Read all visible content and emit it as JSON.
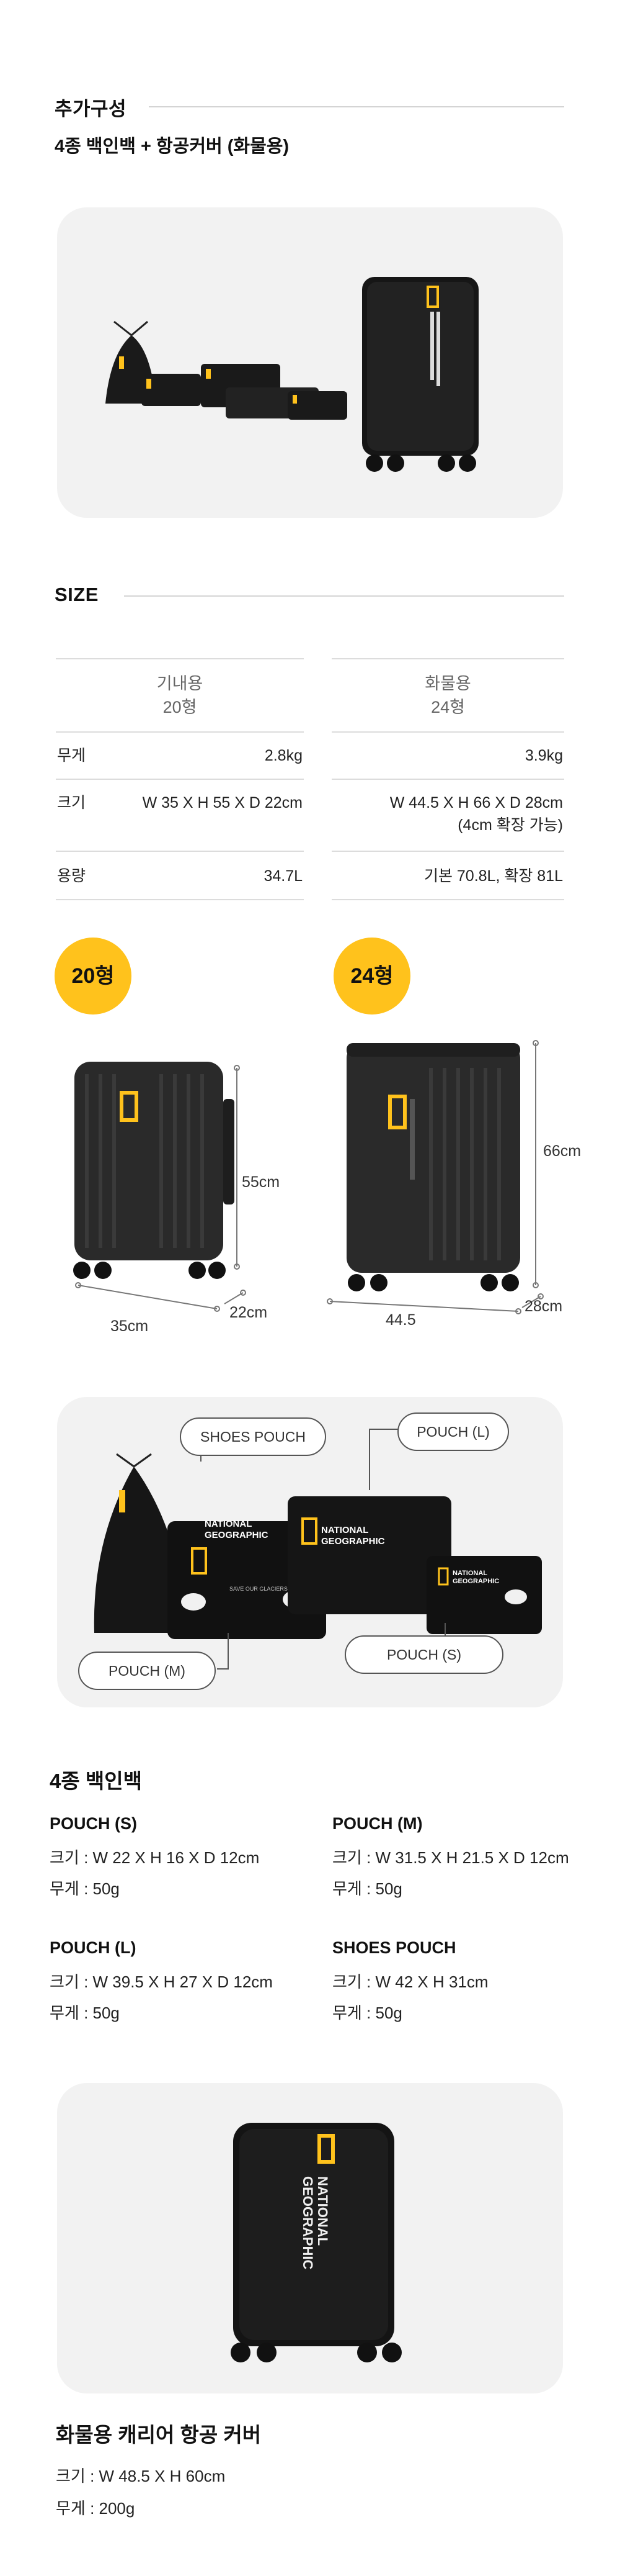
{
  "extra": {
    "title": "추가구성",
    "subtitle": "4종 백인백 + 항공커버 (화물용)"
  },
  "size": {
    "title": "SIZE",
    "columns": [
      {
        "name": "기내용",
        "size": "20형"
      },
      {
        "name": "화물용",
        "size": "24형"
      }
    ],
    "rows": [
      {
        "label": "무게",
        "v20": "2.8kg",
        "v24": "3.9kg"
      },
      {
        "label": "크기",
        "v20": "W 35 X H 55 X D 22cm",
        "v24": "W 44.5 X H 66 X D 28cm",
        "v24_note": "(4cm 확장 가능)"
      },
      {
        "label": "용량",
        "v20": "34.7L",
        "v24": "기본 70.8L, 확장 81L"
      }
    ]
  },
  "diagram": {
    "badge20": "20형",
    "badge24": "24형",
    "d20": {
      "h": "55cm",
      "w": "35cm",
      "d": "22cm"
    },
    "d24": {
      "h": "66cm",
      "w": "44.5",
      "d": "28cm"
    }
  },
  "brand": {
    "line1": "NATIONAL",
    "line2": "GEOGRAPHIC",
    "slogan": "SAVE OUR GLACIERS",
    "yellow": "#ffc21c"
  },
  "pouch_callouts": {
    "shoes": "SHOES POUCH",
    "large": "POUCH (L)",
    "medium": "POUCH (M)",
    "small": "POUCH (S)"
  },
  "pouches": {
    "title": "4종 백인백",
    "items": [
      {
        "name": "POUCH (S)",
        "size": "크기 : W 22 X H 16 X D 12cm",
        "weight": "무게 : 50g"
      },
      {
        "name": "POUCH (M)",
        "size": "크기 : W 31.5 X H 21.5 X D 12cm",
        "weight": "무게 : 50g"
      },
      {
        "name": "POUCH (L)",
        "size": "크기 : W 39.5 X H 27 X D 12cm",
        "weight": "무게 : 50g"
      },
      {
        "name": "SHOES POUCH",
        "size": "크기 : W 42 X H 31cm",
        "weight": "무게 : 50g"
      }
    ]
  },
  "cover": {
    "title": "화물용 캐리어 항공 커버",
    "size": "크기 : W 48.5 X H 60cm",
    "weight": "무게 : 200g"
  }
}
